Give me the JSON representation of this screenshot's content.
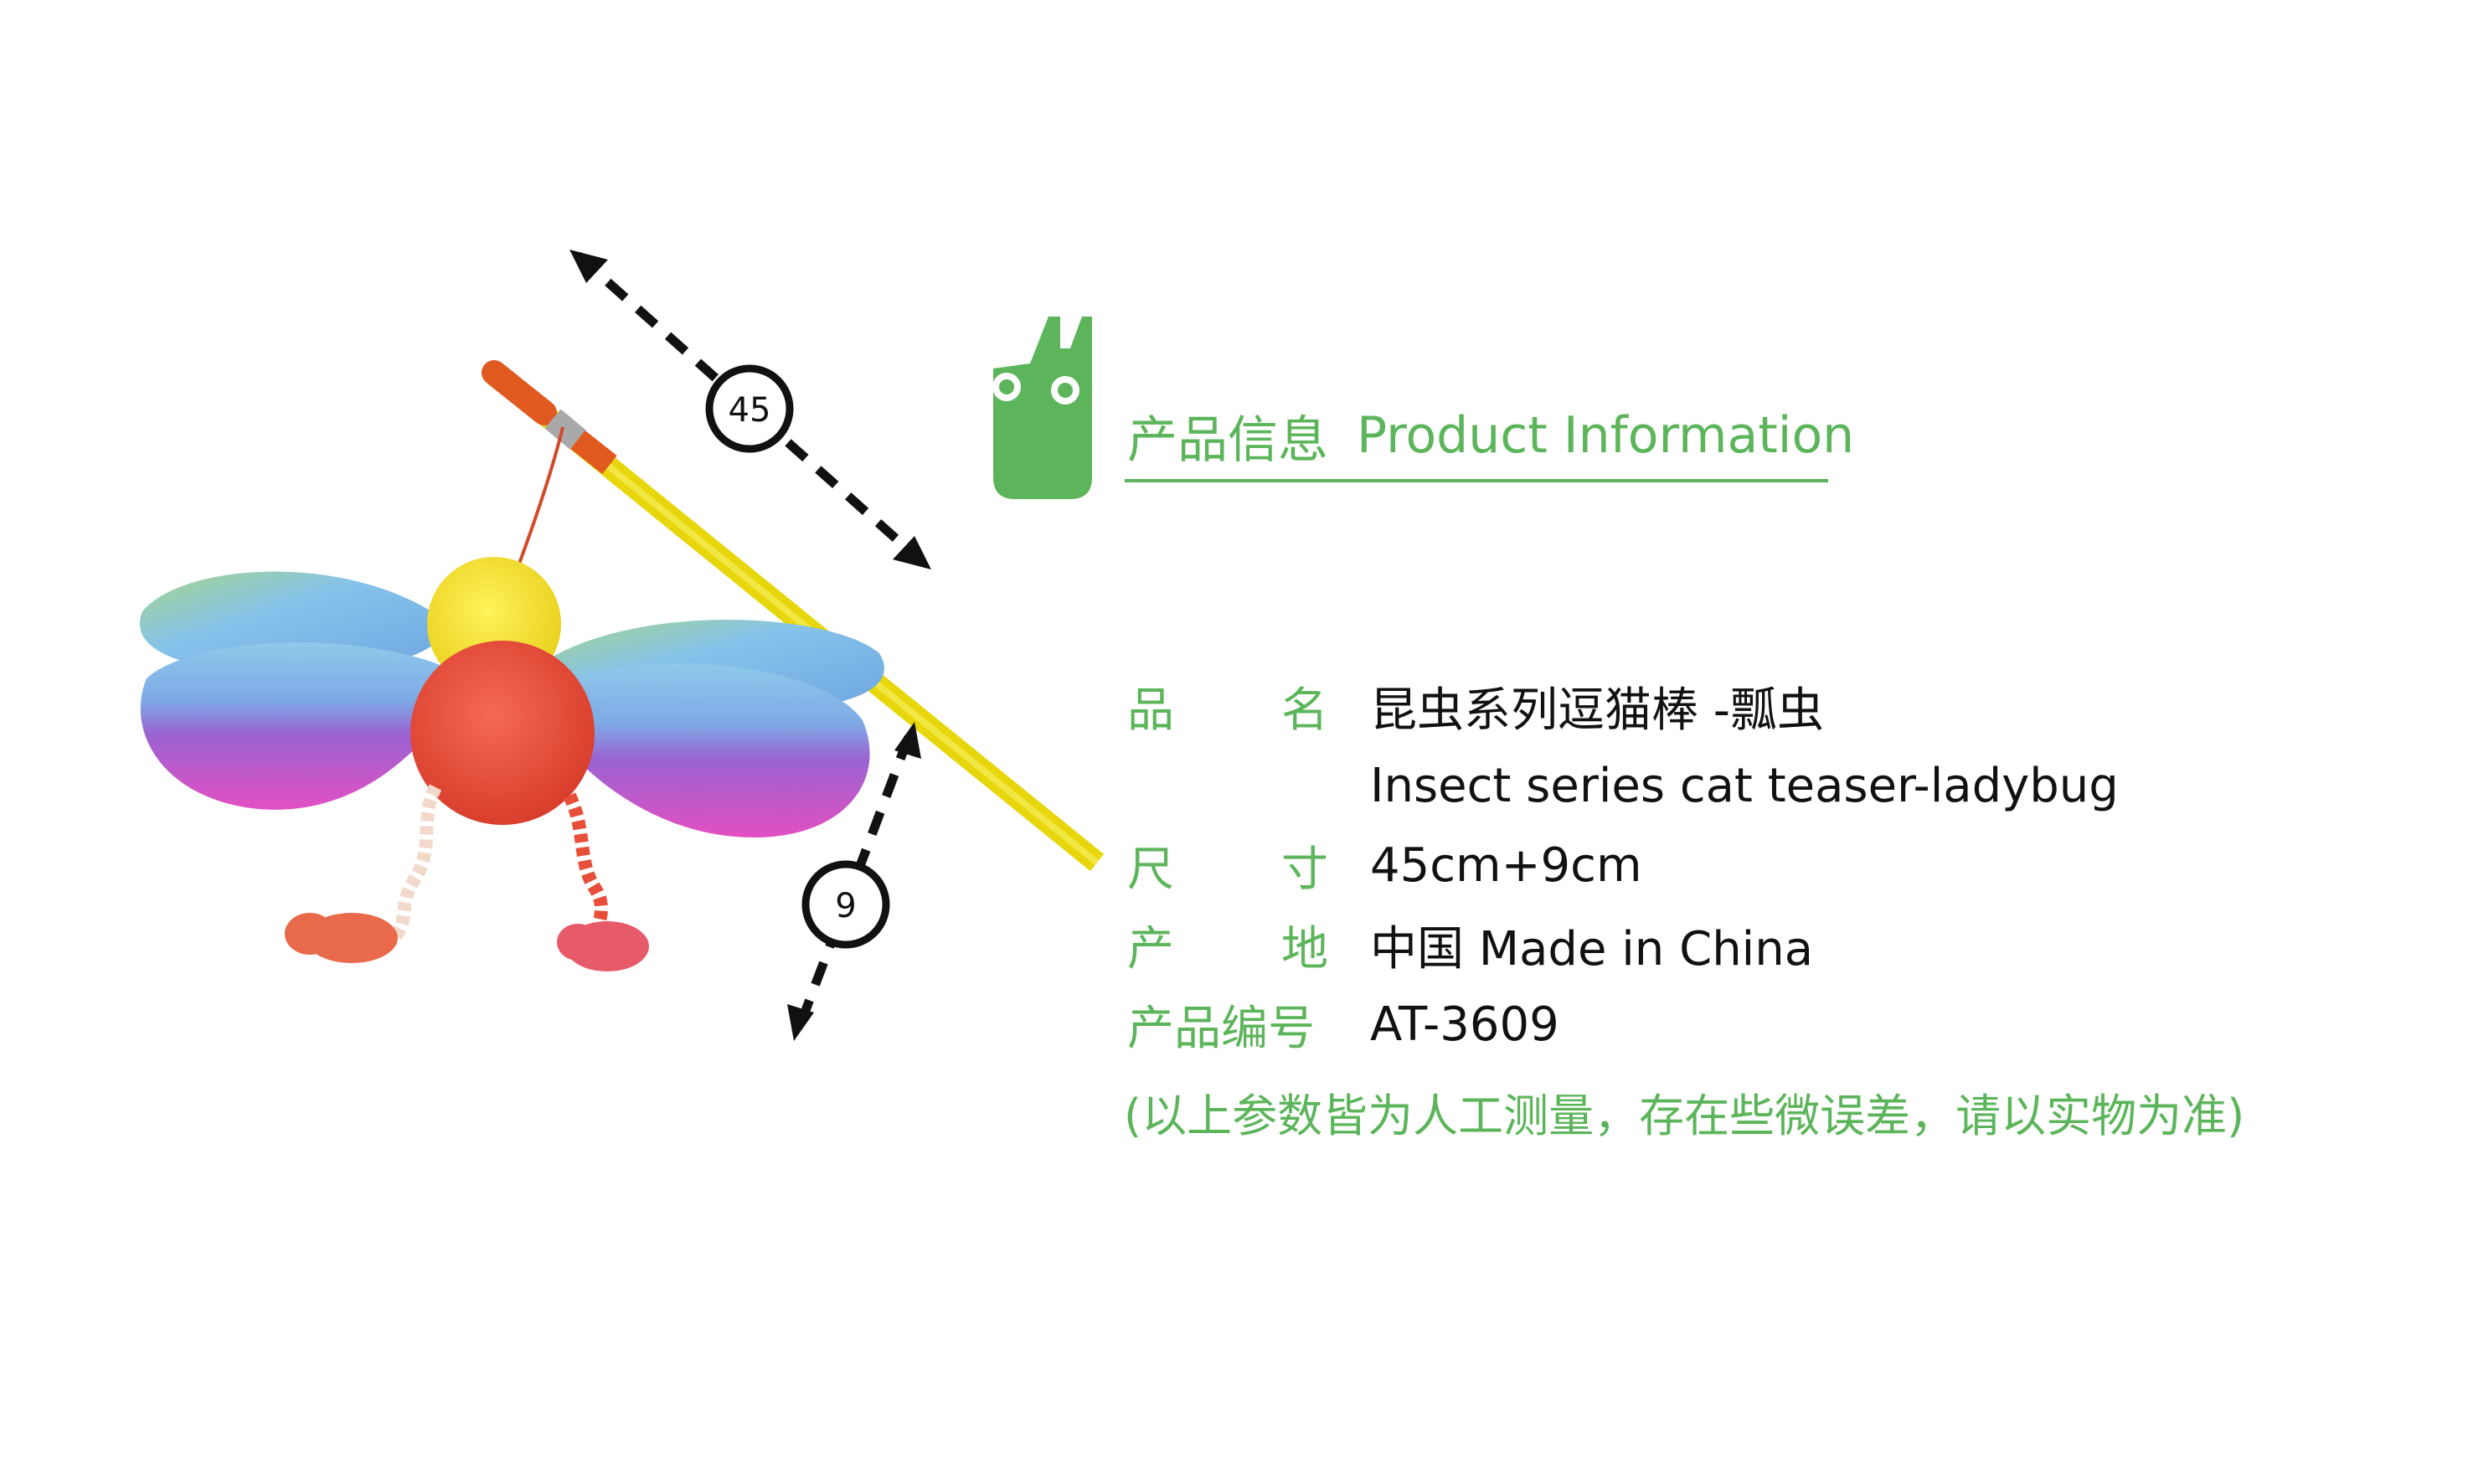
{
  "product_image": {
    "dimension_length": "45",
    "dimension_width": "9"
  },
  "header": {
    "title_cn": "产品信息",
    "title_en": "Product Information"
  },
  "info": {
    "name_label": [
      "品",
      "名"
    ],
    "name_cn": "昆虫系列逗猫棒 -瓢虫",
    "name_en": "Insect series cat teaser-ladybug",
    "size_label": [
      "尺",
      "寸"
    ],
    "size_value": "45cm+9cm",
    "origin_label": [
      "产",
      "地"
    ],
    "origin_value": "中国 Made in China",
    "code_label": "产品编号",
    "code_value": "AT-3609"
  },
  "note": "(以上参数皆为人工测量，存在些微误差，请以实物为准)",
  "colors": {
    "accent_green": "#5cb55a",
    "text_dark": "#111111"
  }
}
